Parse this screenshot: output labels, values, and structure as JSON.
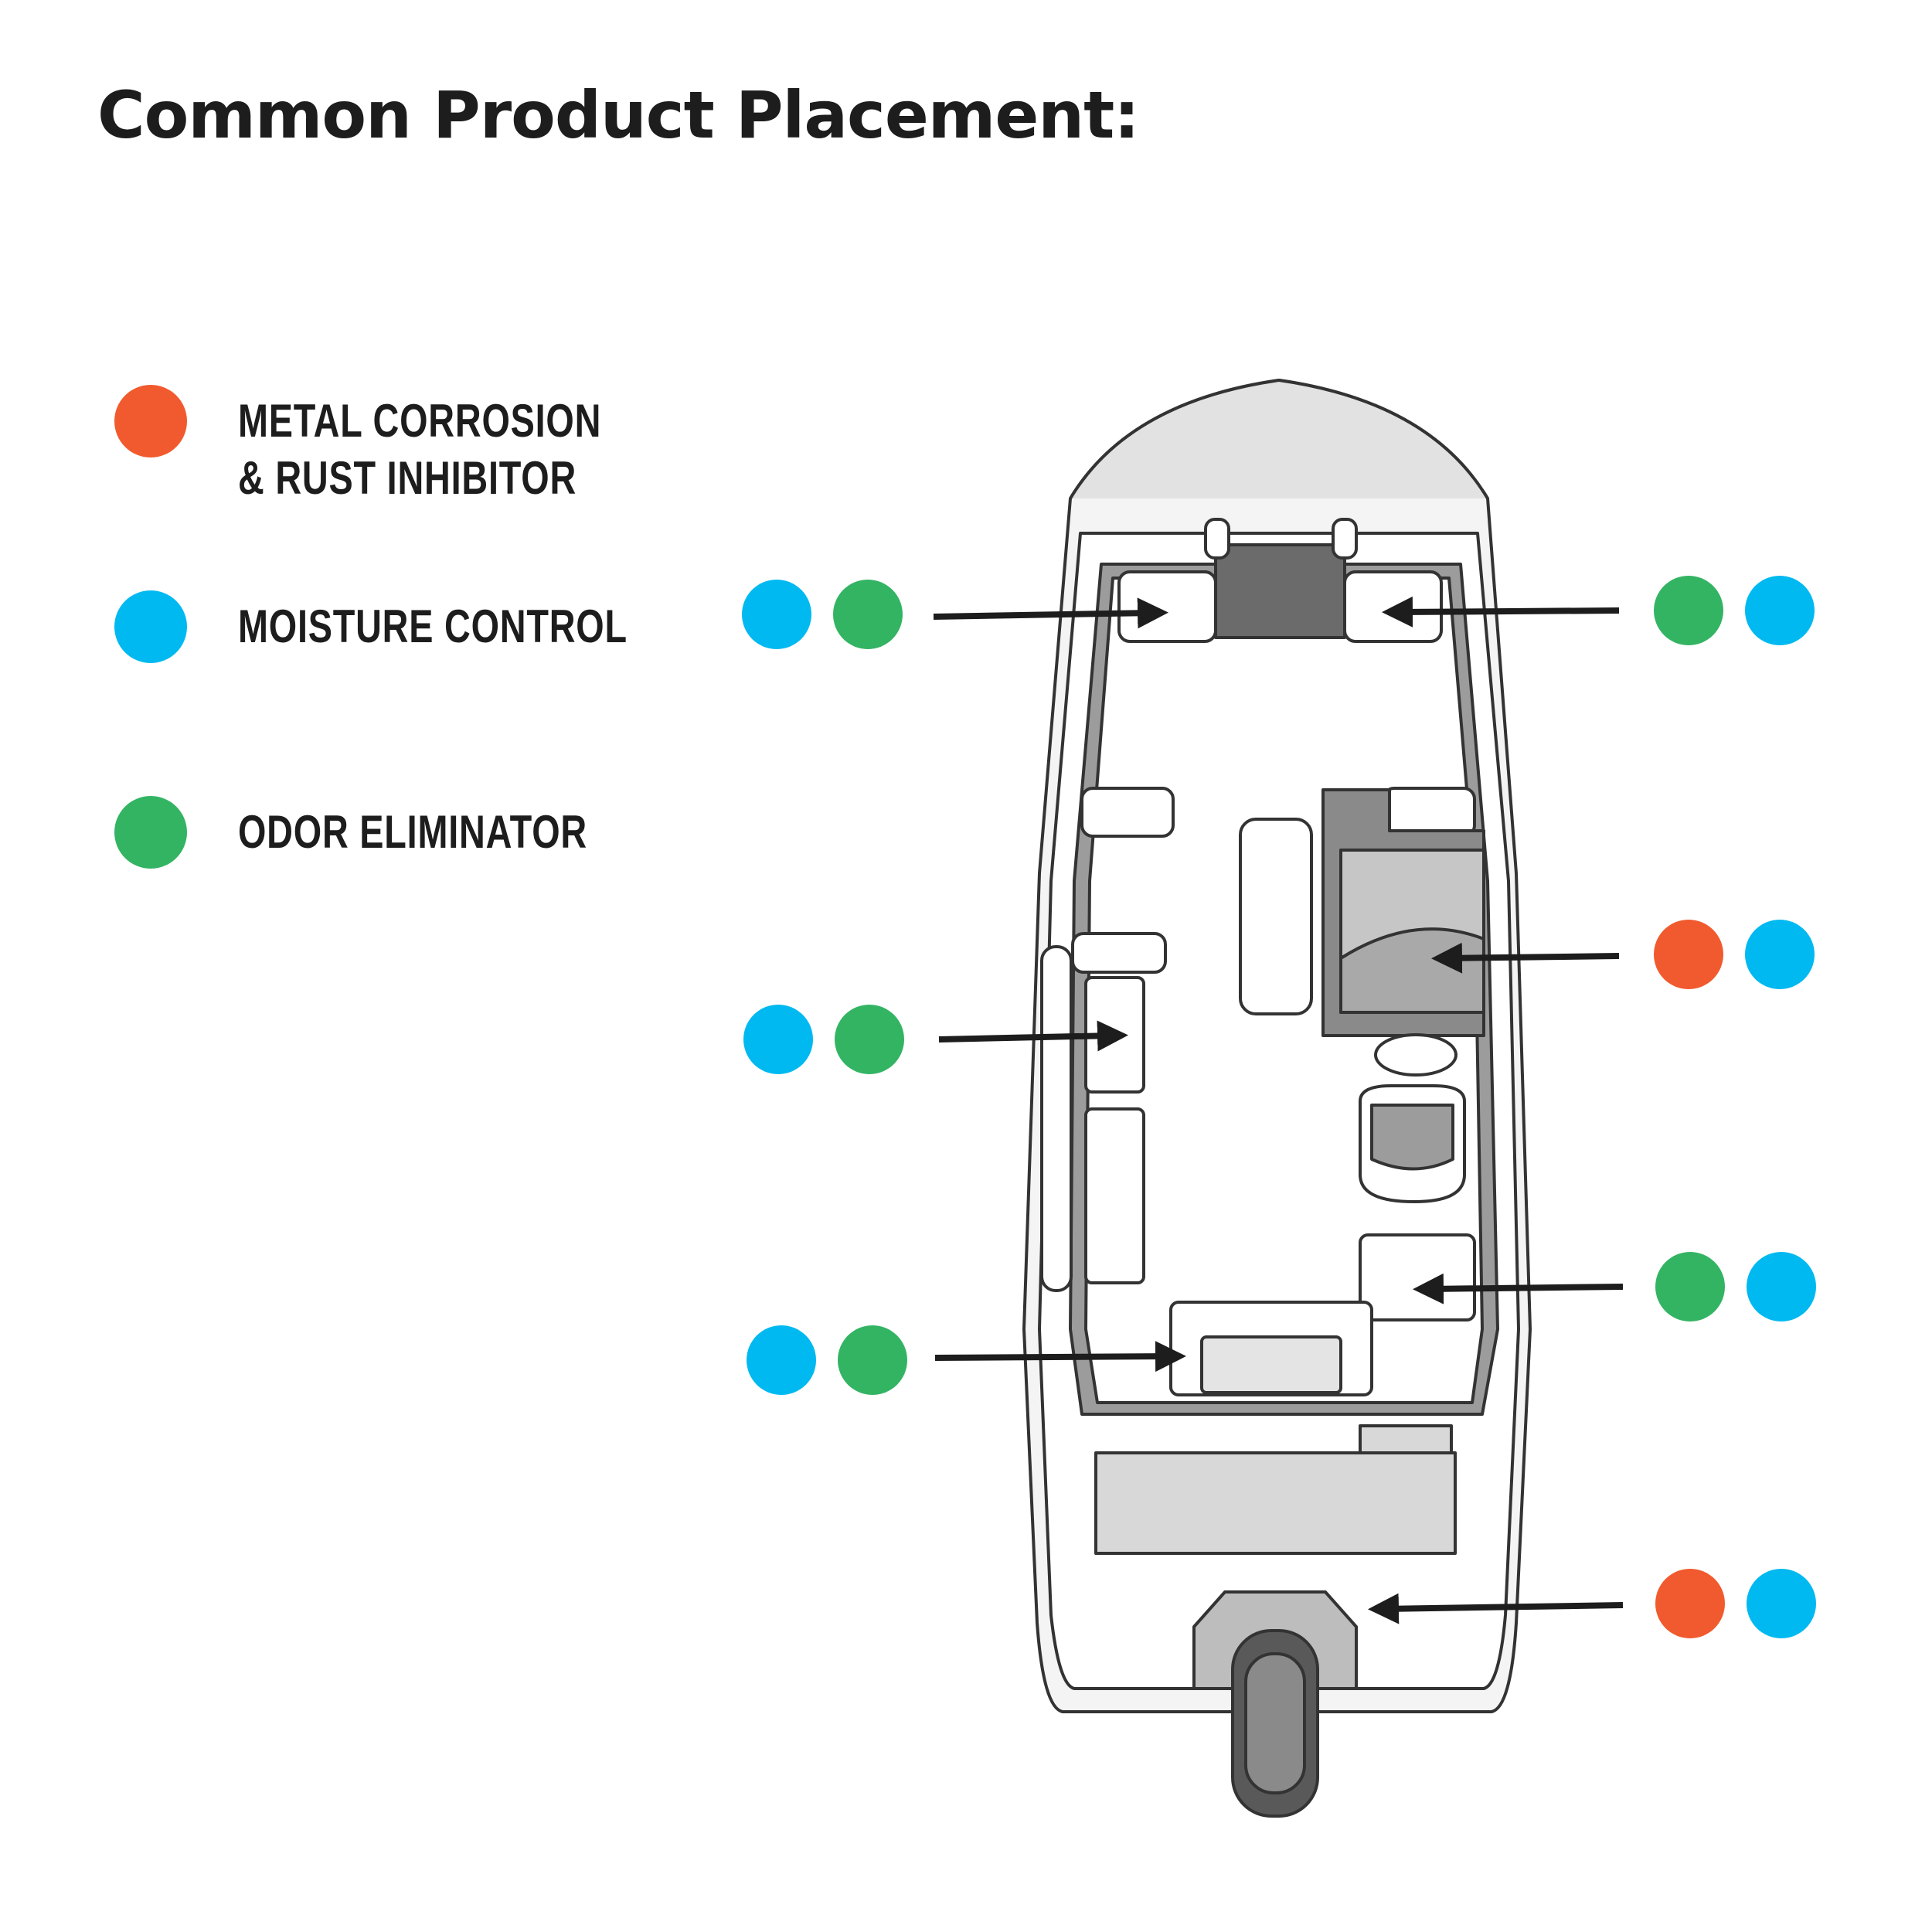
{
  "title": "Common Product Placement:",
  "colors": {
    "metal": "#f15a2e",
    "moisture": "#00b9f1",
    "odor": "#33b463",
    "ink": "#1d1d1d"
  },
  "legend": [
    {
      "key": "metal",
      "label_line1": "METAL CORROSION",
      "label_line2": "& RUST INHIBITOR"
    },
    {
      "key": "moisture",
      "label_line1": "MOISTURE CONTROL",
      "label_line2": ""
    },
    {
      "key": "odor",
      "label_line1": "ODOR ELIMINATOR",
      "label_line2": ""
    }
  ],
  "placements": [
    {
      "name": "bow-port-seat",
      "products": [
        "moisture",
        "odor"
      ]
    },
    {
      "name": "bow-starboard-seat",
      "products": [
        "odor",
        "moisture"
      ]
    },
    {
      "name": "helm-console",
      "products": [
        "metal",
        "moisture"
      ]
    },
    {
      "name": "port-side-storage",
      "products": [
        "moisture",
        "odor"
      ]
    },
    {
      "name": "starboard-aft-storage",
      "products": [
        "odor",
        "moisture"
      ]
    },
    {
      "name": "aft-port-seat",
      "products": [
        "moisture",
        "odor"
      ]
    },
    {
      "name": "stern-engine-well",
      "products": [
        "metal",
        "moisture"
      ]
    }
  ]
}
